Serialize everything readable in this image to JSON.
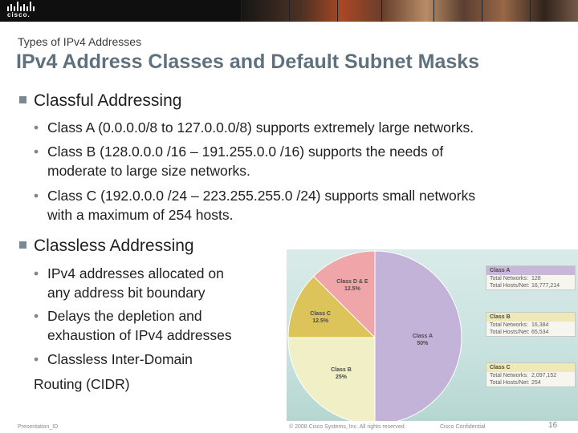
{
  "header": {
    "logo_text": "cisco.",
    "subtitle": "Types of IPv4 Addresses",
    "title": "IPv4 Address Classes and Default Subnet Masks"
  },
  "bullets": {
    "classful": {
      "heading": "Classful Addressing",
      "items": [
        {
          "line1": "Class A (0.0.0.0/8 to 127.0.0.0/8) supports extremely large networks.",
          "line2": ""
        },
        {
          "line1": "Class B (128.0.0.0 /16 – 191.255.0.0 /16) supports the needs of",
          "line2": "moderate to large size networks."
        },
        {
          "line1": "Class C (192.0.0.0 /24 – 223.255.255.0 /24) supports small networks",
          "line2": "with a maximum of 254 hosts."
        }
      ]
    },
    "classless": {
      "heading": "Classless Addressing",
      "items": [
        {
          "line1": "IPv4 addresses allocated on",
          "line2": "any address bit boundary"
        },
        {
          "line1": "Delays the depletion and",
          "line2": "exhaustion of IPv4 addresses"
        },
        {
          "line1": "Classless Inter-Domain",
          "line2": "Routing (CIDR)"
        }
      ]
    }
  },
  "chart_data": {
    "type": "pie",
    "slices": [
      {
        "label": "Class A",
        "pct_label": "50%",
        "value": 50,
        "color": "#c4b3d8"
      },
      {
        "label": "Class B",
        "pct_label": "25%",
        "value": 25,
        "color": "#f1efc6"
      },
      {
        "label": "Class C",
        "pct_label": "12.5%",
        "value": 12.5,
        "color": "#dcc35a"
      },
      {
        "label": "Class D & E",
        "pct_label": "12.5%",
        "value": 12.5,
        "color": "#f0a6a8"
      }
    ],
    "legend_boxes": [
      {
        "title": "Class A",
        "rows": [
          {
            "k": "Total Networks:",
            "v": "128"
          },
          {
            "k": "Total Hosts/Net:",
            "v": "16,777,214"
          }
        ]
      },
      {
        "title": "Class B",
        "rows": [
          {
            "k": "Total Networks:",
            "v": "16,384"
          },
          {
            "k": "Total Hosts/Net:",
            "v": "65,534"
          }
        ]
      },
      {
        "title": "Class C",
        "rows": [
          {
            "k": "Total Networks:",
            "v": "2,097,152"
          },
          {
            "k": "Total Hosts/Net:",
            "v": "254"
          }
        ]
      }
    ]
  },
  "footer": {
    "presentation_id": "Presentation_ID",
    "copyright": "© 2008 Cisco Systems, Inc. All rights reserved.",
    "confidential": "Cisco Confidential",
    "page_number": "16"
  }
}
